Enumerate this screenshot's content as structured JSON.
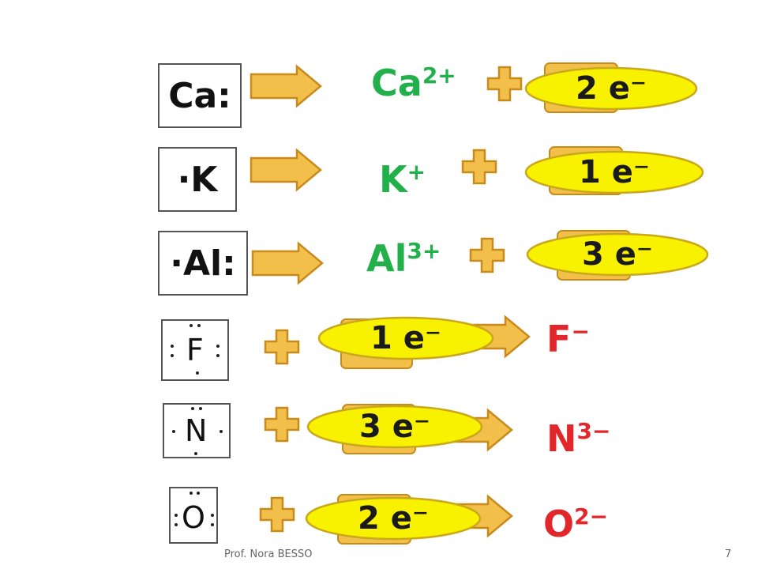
{
  "slide": {
    "footer_author": "Prof. Nora BESSO",
    "page_number": "7",
    "colors": {
      "cation": "#22b04b",
      "anion": "#e3262a",
      "arrow_fill": "#f2c04a",
      "arrow_stroke": "#c98a1c",
      "plus_fill": "#f2c04a",
      "ellipse_fill": "#f8f200",
      "ellipse_stroke": "#c9a81c"
    }
  },
  "rows": [
    {
      "atom": "Ca:",
      "ion_base": "Ca",
      "ion_charge": "2+",
      "electrons": "2 e⁻"
    },
    {
      "atom": "·K",
      "ion_base": "K",
      "ion_charge": "+",
      "electrons": "1 e⁻"
    },
    {
      "atom": "·Al:",
      "ion_base": "Al",
      "ion_charge": "3+",
      "electrons": "3 e⁻"
    },
    {
      "atom": "F",
      "ion_base": "F",
      "ion_charge": "−",
      "electrons": "1 e⁻"
    },
    {
      "atom": "N",
      "ion_base": "N",
      "ion_charge": "3−",
      "electrons": "3 e⁻"
    },
    {
      "atom": "O",
      "ion_base": "O",
      "ion_charge": "2−",
      "electrons": "2 e⁻"
    }
  ],
  "icons": [
    "right-arrow-icon",
    "plus-icon"
  ]
}
